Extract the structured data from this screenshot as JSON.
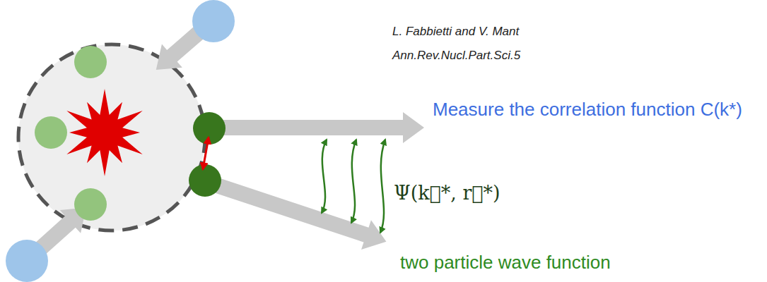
{
  "diagram": {
    "labels": [
      "L. Fabbietti and V. Mant",
      "Ann.Rev.Nucl.Part.Sci.5",
      "Measure the correlation function C(k*)",
      "Ψ(k⃗*, r⃗*)",
      "two particle wave function"
    ]
  }
}
